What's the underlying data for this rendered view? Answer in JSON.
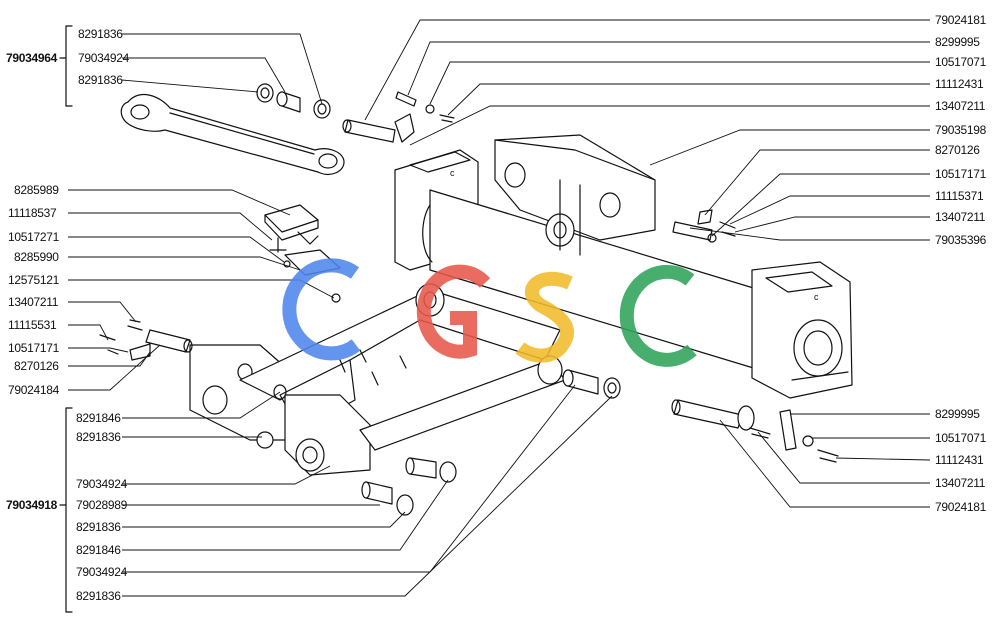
{
  "labels_left": [
    {
      "id": "l1",
      "text": "8291836"
    },
    {
      "id": "l2",
      "text": "79034924"
    },
    {
      "id": "l3",
      "text": "8291836"
    },
    {
      "id": "l4",
      "text": "8285989"
    },
    {
      "id": "l5",
      "text": "11118537"
    },
    {
      "id": "l6",
      "text": "10517271"
    },
    {
      "id": "l7",
      "text": "8285990"
    },
    {
      "id": "l8",
      "text": "12575121"
    },
    {
      "id": "l9",
      "text": "13407211"
    },
    {
      "id": "l10",
      "text": "11115531"
    },
    {
      "id": "l11",
      "text": "10517171"
    },
    {
      "id": "l12",
      "text": "8270126"
    },
    {
      "id": "l13",
      "text": "79024184"
    },
    {
      "id": "l14",
      "text": "8291846"
    },
    {
      "id": "l15",
      "text": "8291836"
    },
    {
      "id": "l16",
      "text": "79034924"
    },
    {
      "id": "l17",
      "text": "79028989"
    },
    {
      "id": "l18",
      "text": "8291836"
    },
    {
      "id": "l19",
      "text": "8291846"
    },
    {
      "id": "l20",
      "text": "79034924"
    },
    {
      "id": "l21",
      "text": "8291836"
    }
  ],
  "group_labels": [
    {
      "id": "g1",
      "text": "79034964"
    },
    {
      "id": "g2",
      "text": "79034918"
    }
  ],
  "labels_right": [
    {
      "id": "r1",
      "text": "79024181"
    },
    {
      "id": "r2",
      "text": "8299995"
    },
    {
      "id": "r3",
      "text": "10517071"
    },
    {
      "id": "r4",
      "text": "11112431"
    },
    {
      "id": "r5",
      "text": "13407211"
    },
    {
      "id": "r6",
      "text": "79035198"
    },
    {
      "id": "r7",
      "text": "8270126"
    },
    {
      "id": "r8",
      "text": "10517171"
    },
    {
      "id": "r9",
      "text": "11115371"
    },
    {
      "id": "r10",
      "text": "13407211"
    },
    {
      "id": "r11",
      "text": "79035396"
    },
    {
      "id": "r12",
      "text": "8299995"
    },
    {
      "id": "r13",
      "text": "10517071"
    },
    {
      "id": "r14",
      "text": "11112431"
    },
    {
      "id": "r15",
      "text": "13407211"
    },
    {
      "id": "r16",
      "text": "79024181"
    }
  ],
  "watermark": {
    "text": "CGSC",
    "colors": [
      "#4f86ec",
      "#e8584b",
      "#f2bb2c",
      "#2fa35a"
    ]
  },
  "colors": {
    "line": "#111111",
    "paper": "#ffffff"
  }
}
